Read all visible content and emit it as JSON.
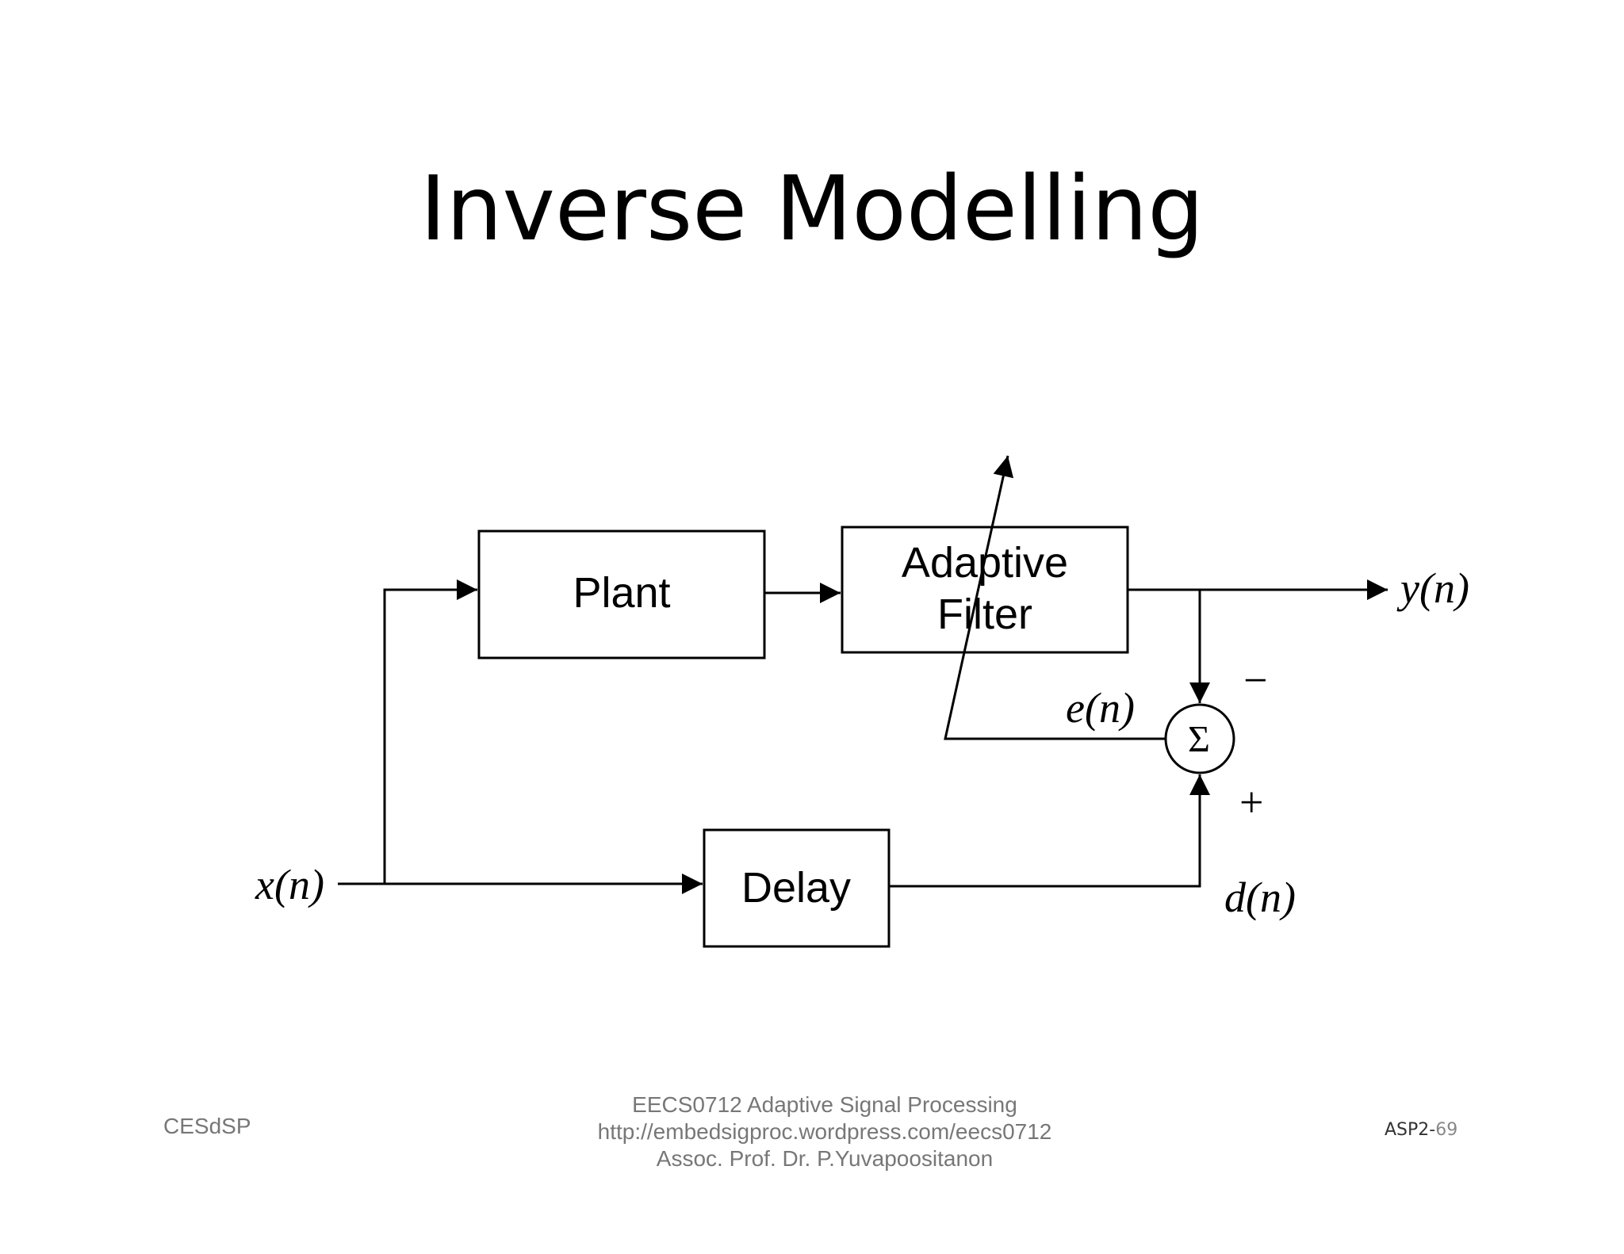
{
  "slide": {
    "title": "Inverse Modelling"
  },
  "diagram": {
    "blocks": {
      "plant": "Plant",
      "adaptive_filter_line1": "Adaptive",
      "adaptive_filter_line2": "Filter",
      "delay": "Delay",
      "summer": "Σ"
    },
    "signals": {
      "input": "x(n)",
      "output": "y(n)",
      "error": "e(n)",
      "desired": "d(n)"
    },
    "signs": {
      "minus": "−",
      "plus": "+"
    }
  },
  "footer": {
    "left": "CESdSP",
    "center_line1": "EECS0712 Adaptive Signal Processing",
    "center_line2": "http://embedsigproc.wordpress.com/eecs0712",
    "center_line3": "Assoc. Prof. Dr. P.Yuvapoositanon",
    "right_prefix": "ASP2-",
    "right_page": "69"
  }
}
